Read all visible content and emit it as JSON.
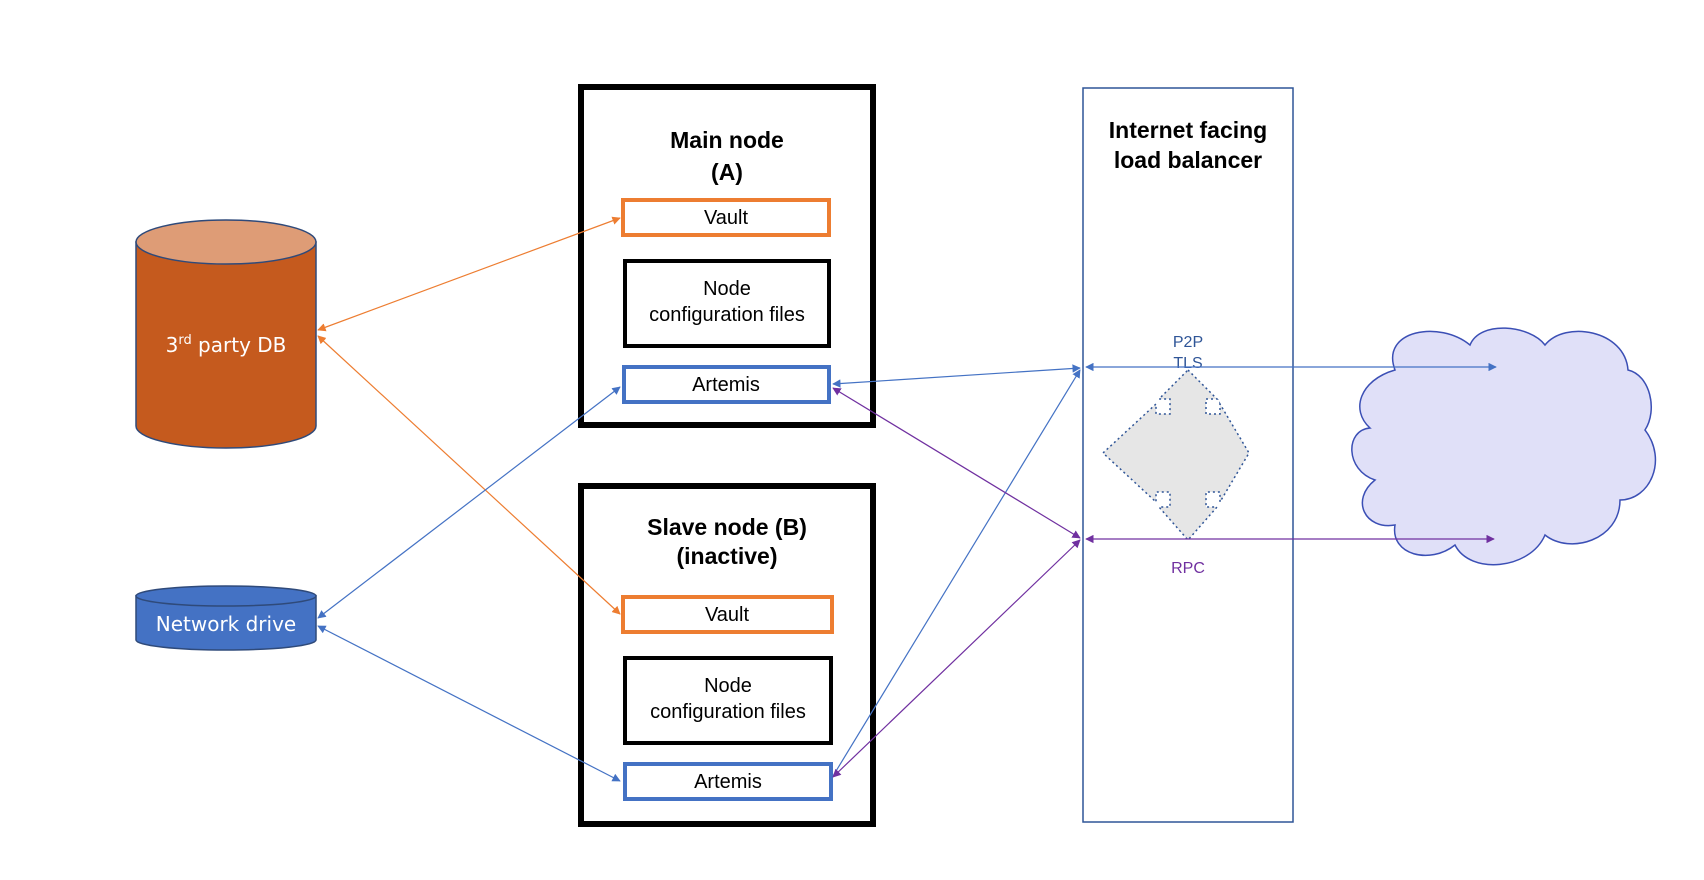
{
  "stores": {
    "db": {
      "label": "3",
      "sup": "rd",
      "rest": " party DB"
    },
    "drive": {
      "label": "Network drive"
    }
  },
  "main_node": {
    "title_line1": "Main node",
    "title_line2": "(A)",
    "vault": "Vault",
    "config_line1": "Node",
    "config_line2": "configuration files",
    "artemis": "Artemis"
  },
  "slave_node": {
    "title_line1": "Slave node (B)",
    "title_line2": "(inactive)",
    "vault": "Vault",
    "config_line1": "Node",
    "config_line2": "configuration files",
    "artemis": "Artemis"
  },
  "load_balancer": {
    "title_line1": "Internet facing",
    "title_line2": "load balancer",
    "p2p": "P2P",
    "tls": "TLS",
    "rpc": "RPC"
  },
  "colors": {
    "orange": "#ED7D31",
    "orange_fill": "#C55A1E",
    "orange_top": "#DE9C76",
    "blue": "#4472C4",
    "blue_fill": "#4472C4",
    "purple": "#7030A0",
    "cloud_fill": "#E0E0F8",
    "cloud_stroke": "#3B4FB5",
    "balancer_stroke": "#2F5597"
  }
}
